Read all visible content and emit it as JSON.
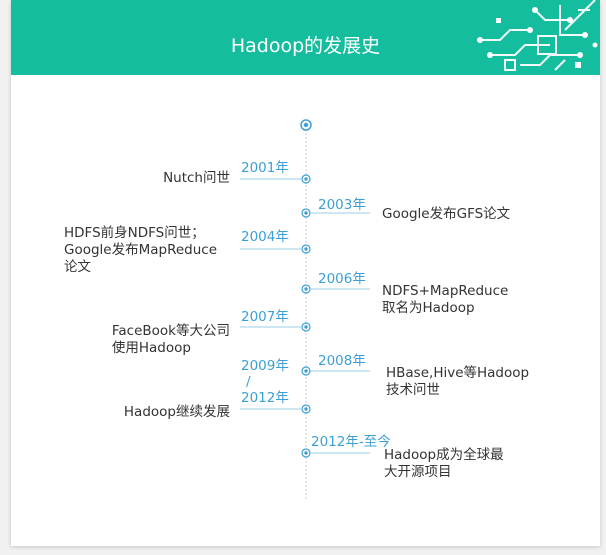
{
  "title": "Hadoop的发展史",
  "colors": {
    "banner": "#15bd9f",
    "timeline": "#3d9fd6",
    "text": "#333333"
  },
  "events": [
    {
      "id": "2001",
      "year": "2001年",
      "text": [
        "Nutch问世"
      ],
      "side": "left"
    },
    {
      "id": "2003",
      "year": "2003年",
      "text": [
        "Google发布GFS论文"
      ],
      "side": "right"
    },
    {
      "id": "2004",
      "year": "2004年",
      "text": [
        "HDFS前身NDFS问世；",
        "Google发布MapReduce",
        "论文"
      ],
      "side": "left"
    },
    {
      "id": "2006",
      "year": "2006年",
      "text": [
        "NDFS+MapReduce",
        "取名为Hadoop"
      ],
      "side": "right"
    },
    {
      "id": "2007",
      "year": "2007年",
      "text": [
        "FaceBook等大公司",
        "使用Hadoop"
      ],
      "side": "left"
    },
    {
      "id": "2008",
      "year": "2008年",
      "text": [
        "HBase,Hive等Hadoop",
        "技术问世"
      ],
      "side": "right"
    },
    {
      "id": "2009-2012",
      "year": [
        "2009年",
        "/",
        "2012年"
      ],
      "text": [
        "Hadoop继续发展"
      ],
      "side": "left"
    },
    {
      "id": "2012",
      "year": "2012年-至今",
      "text": [
        "Hadoop成为全球最",
        "大开源项目"
      ],
      "side": "right"
    }
  ]
}
